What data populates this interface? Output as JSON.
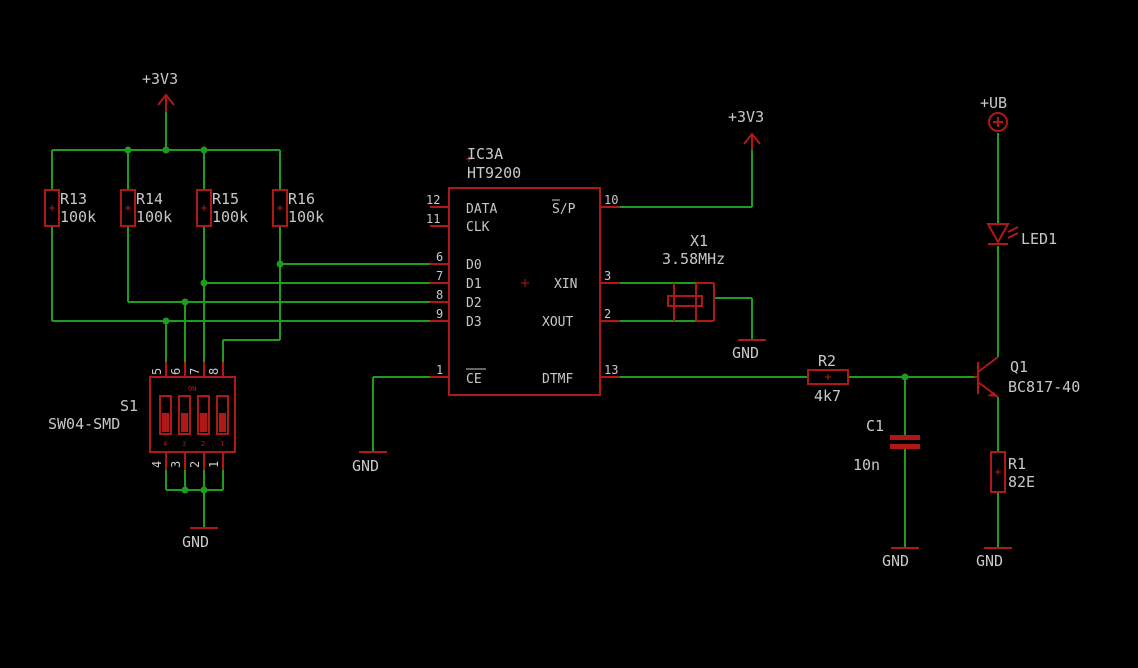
{
  "supplies": {
    "v33_left": "+3V3",
    "v33_right": "+3V3",
    "vub": "+UB"
  },
  "gnd": {
    "dip": "GND",
    "ce": "GND",
    "xtal": "GND",
    "cap": "GND",
    "res": "GND"
  },
  "resistors": [
    {
      "name": "R13",
      "value": "100k"
    },
    {
      "name": "R14",
      "value": "100k"
    },
    {
      "name": "R15",
      "value": "100k"
    },
    {
      "name": "R16",
      "value": "100k"
    }
  ],
  "ic": {
    "name": "IC3A",
    "value": "HT9200",
    "left_pins": [
      {
        "num": "12",
        "label": "DATA"
      },
      {
        "num": "11",
        "label": "CLK"
      },
      {
        "num": "6",
        "label": "D0"
      },
      {
        "num": "7",
        "label": "D1"
      },
      {
        "num": "8",
        "label": "D2"
      },
      {
        "num": "9",
        "label": "D3"
      },
      {
        "num": "1",
        "label": "CE"
      }
    ],
    "right_pins": [
      {
        "num": "10",
        "label": "S/P"
      },
      {
        "num": "3",
        "label": "XIN"
      },
      {
        "num": "2",
        "label": "XOUT"
      },
      {
        "num": "13",
        "label": "DTMF"
      }
    ]
  },
  "crystal": {
    "name": "X1",
    "value": "3.58MHz"
  },
  "switch": {
    "name": "S1",
    "value": "SW04-SMD",
    "on_label": "ON",
    "top_pins": [
      "5",
      "6",
      "7",
      "8"
    ],
    "bottom_pins": [
      "4",
      "3",
      "2",
      "1"
    ],
    "inner_nums": [
      "4",
      "3",
      "2",
      "1"
    ]
  },
  "r2": {
    "name": "R2",
    "value": "4k7"
  },
  "c1": {
    "name": "C1",
    "value": "10n"
  },
  "q1": {
    "name": "Q1",
    "value": "BC817-40"
  },
  "r1": {
    "name": "R1",
    "value": "82E"
  },
  "led": {
    "name": "LED1"
  }
}
